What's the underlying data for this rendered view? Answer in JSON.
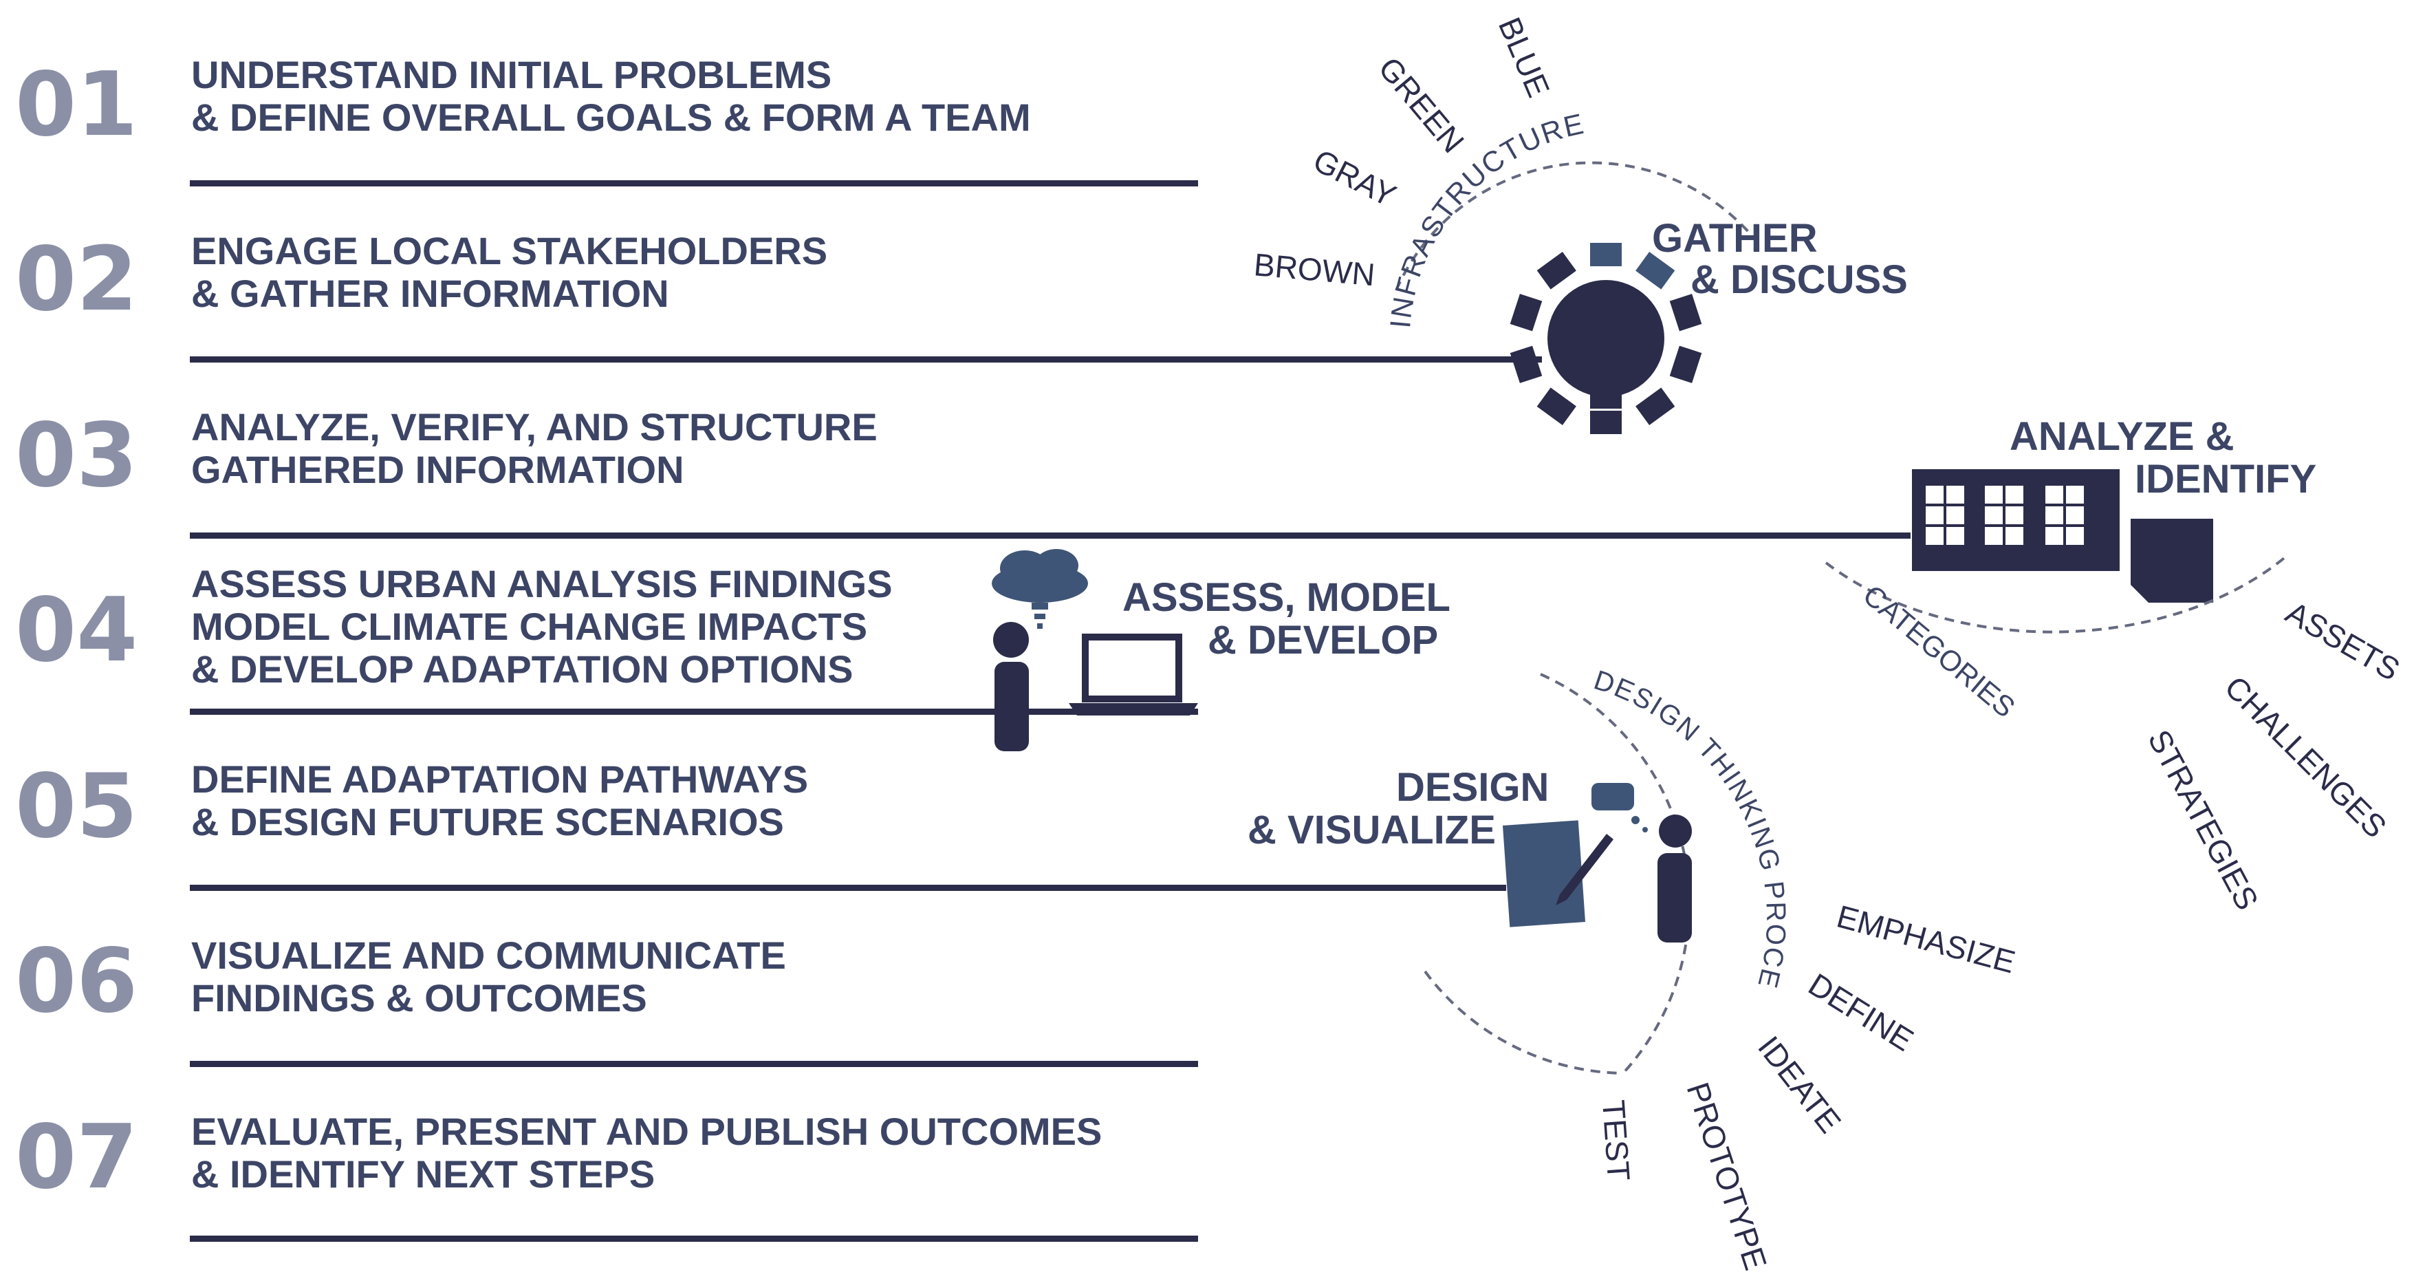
{
  "colors": {
    "number": "#8b90a7",
    "text": "#3d4566",
    "dark": "#2b2c4a",
    "blue": "#3f5577",
    "dash": "#666a80",
    "white": "#ffffff"
  },
  "steps": [
    {
      "number": "01",
      "line1": "UNDERSTAND INITIAL PROBLEMS",
      "line2": "& DEFINE OVERALL GOALS & FORM A TEAM"
    },
    {
      "number": "02",
      "line1": "ENGAGE LOCAL STAKEHOLDERS",
      "line2": "& GATHER INFORMATION"
    },
    {
      "number": "03",
      "line1": "ANALYZE, VERIFY,  AND STRUCTURE",
      "line2": "GATHERED INFORMATION"
    },
    {
      "number": "04",
      "line1": "ASSESS URBAN ANALYSIS FINDINGS",
      "line2": "MODEL CLIMATE CHANGE IMPACTS",
      "line3": "& DEVELOP ADAPTATION OPTIONS"
    },
    {
      "number": "05",
      "line1": "DEFINE ADAPTATION PATHWAYS",
      "line2": "& DESIGN FUTURE SCENARIOS"
    },
    {
      "number": "06",
      "line1": "VISUALIZE AND COMMUNICATE",
      "line2": "FINDINGS & OUTCOMES"
    },
    {
      "number": "07",
      "line1": "EVALUATE, PRESENT AND PUBLISH OUTCOMES",
      "line2": "& IDENTIFY NEXT STEPS"
    }
  ],
  "gather": {
    "title1": "GATHER",
    "title2": "& DISCUSS",
    "arc_label": "INFRASTRUCTURE",
    "categories": [
      "BLUE",
      "GREEN",
      "GRAY",
      "BROWN"
    ]
  },
  "analyze": {
    "title1": "ANALYZE &",
    "title2": "IDENTIFY",
    "arc_label": "CATEGORIES",
    "categories": [
      "ASSETS",
      "CHALLENGES",
      "STRATEGIES"
    ]
  },
  "assess": {
    "title1": "ASSESS, MODEL",
    "title2": "& DEVELOP"
  },
  "design": {
    "title1": "DESIGN",
    "title2": "& VISUALIZE",
    "arc_label": "DESIGN THINKING PROCESS",
    "stages": [
      "EMPHASIZE",
      "DEFINE",
      "IDEATE",
      "PROTOTYPE",
      "TEST"
    ]
  }
}
